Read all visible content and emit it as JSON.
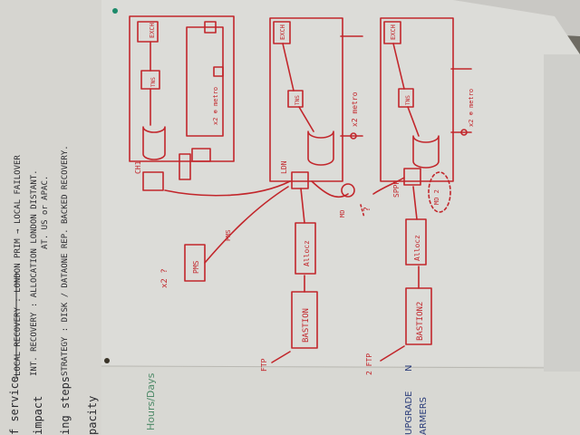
{
  "notes": {
    "line1": "LOCAL RECOVERY : LONDON PRIM → LOCAL FAILOVER",
    "line2": "INT. RECOVERY : ALLOCATION LONDON DISTANT.",
    "line3": "AT. US or APAC.",
    "line4": "STRATEGY : DISK / DATAONE REP. BACKED RECOVERY."
  },
  "left_sheet": {
    "line1": "f service",
    "line2": "impact",
    "line3": "ing steps",
    "line4": "pacity"
  },
  "bottom_sheet": {
    "green_label": "Hours/Days",
    "line1": "UPGRADE",
    "line2": "N",
    "line3": "ARMERS"
  },
  "diagram": {
    "ch1": "CH1",
    "ldn": "LDN",
    "sppr": "SPPR",
    "tns_top": "TNS",
    "exch_top": "EXCH",
    "x2_top": "x2 ⊕ metro",
    "tns_mid": "TNS",
    "exch_mid": "EXCH",
    "x2_mid": "x2 metro",
    "tns_low": "TNS",
    "exch_low": "EXCH",
    "x2_low": "x2 ⊕ metro",
    "allocz_top": "Allocz",
    "allocz_bottom": "Allocz",
    "bastion_top": "BASTION",
    "bastion_bottom": "BASTION2",
    "pms": "PMS",
    "x2_question": "x2 ?",
    "ftp_top": "FTP",
    "ftp_bottom": "2 FTP",
    "md": "MD",
    "md2": "MD 2",
    "pms_link": "PMS",
    "question": "?"
  },
  "colors": {
    "red_ink": "#c2262b",
    "black_ink": "#2a2a2e",
    "paper": "#d8d7d2"
  }
}
